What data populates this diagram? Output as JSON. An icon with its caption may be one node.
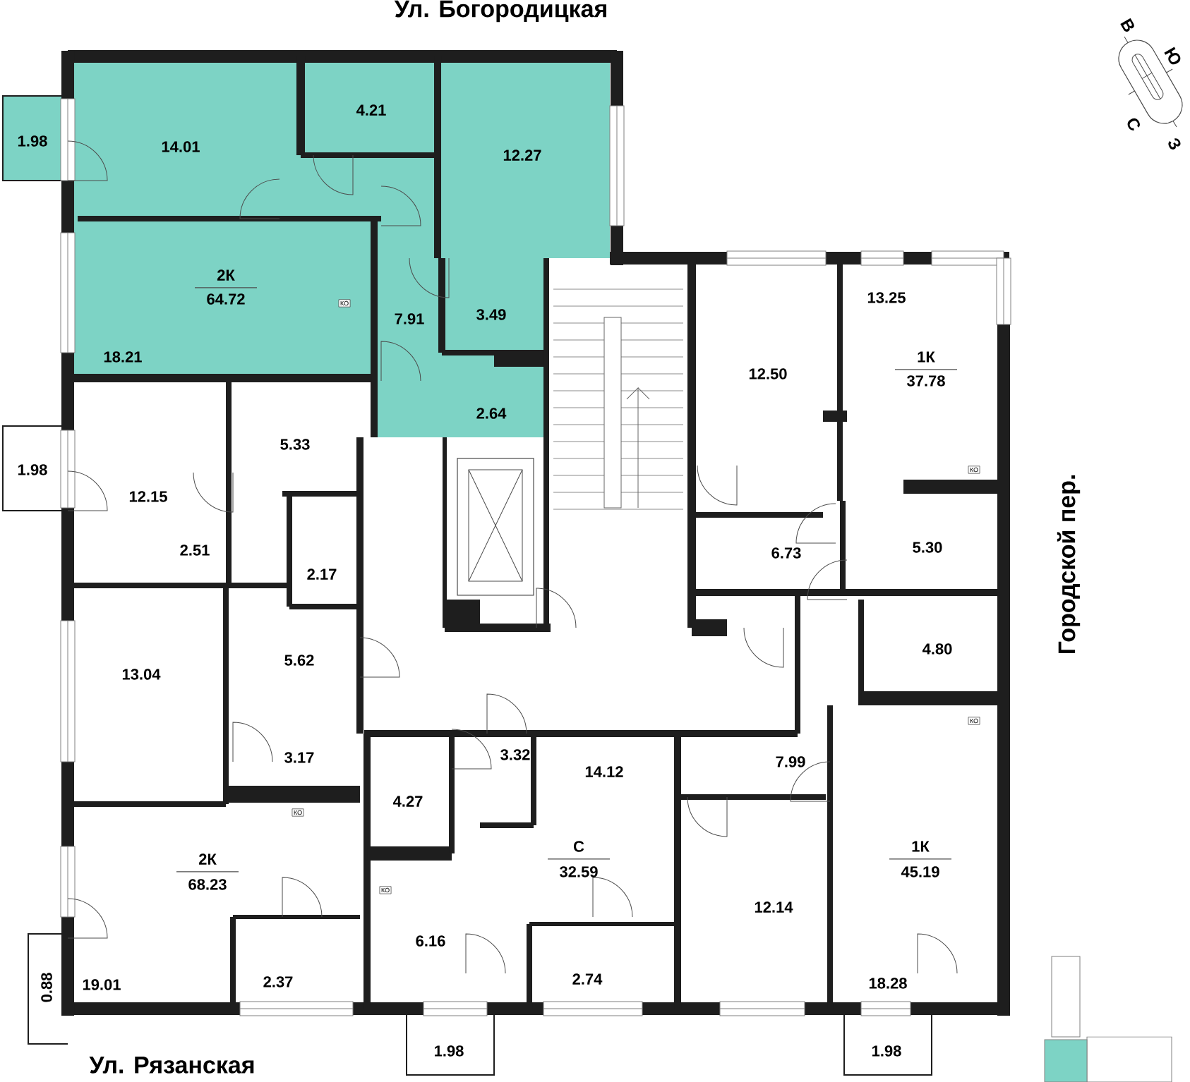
{
  "diagram": {
    "labels": [
      "Ул. Богородицкая",
      "В",
      "Ю",
      "С",
      "З",
      "1.98",
      "14.01",
      "4.21",
      "12.27",
      "2К",
      "64.72",
      "КО",
      "7.91",
      "3.49",
      "18.21",
      "2.64",
      "12.50",
      "13.25",
      "1К",
      "37.78",
      "КО",
      "1.98",
      "5.33",
      "12.15",
      "2.51",
      "2.17",
      "6.73",
      "5.30",
      "4.80",
      "КО",
      "13.04",
      "5.62",
      "Городской пер.",
      "3.17",
      "3.32",
      "14.12",
      "7.99",
      "4.27",
      "КО",
      "С",
      "32.59",
      "1К",
      "45.19",
      "2К",
      "68.23",
      "КО",
      "12.14",
      "6.16",
      "2.74",
      "2.37",
      "0.88",
      "19.01",
      "18.28",
      "1.98",
      "1.98",
      "Ул. Рязанская"
    ]
  }
}
